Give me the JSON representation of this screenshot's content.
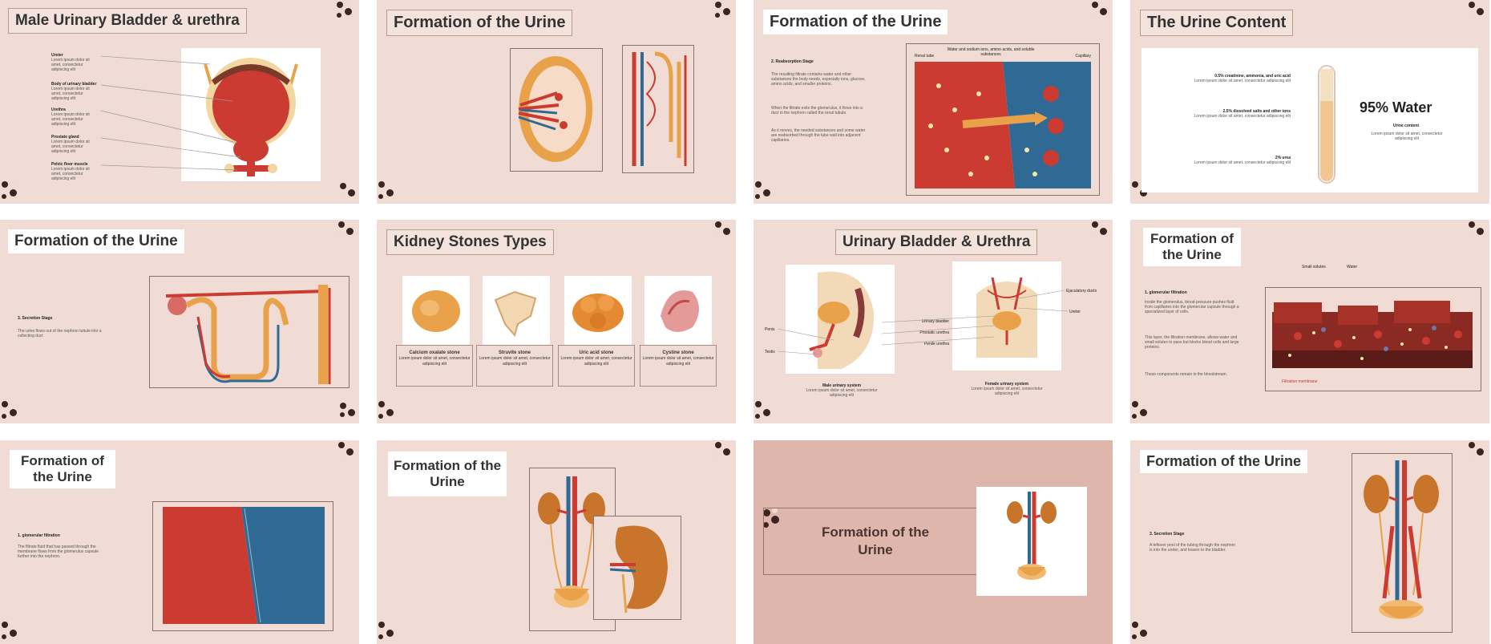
{
  "slides": {
    "s1": {
      "title": "Male Urinary Bladder & urethra",
      "labels": [
        {
          "head": "Ureter",
          "text": "Lorem ipsum dolor sit amet, consectetur adipiscing elit"
        },
        {
          "head": "Body of urinary bladder",
          "text": "Lorem ipsum dolor sit amet, consectetur adipiscing elit"
        },
        {
          "head": "Urethra",
          "text": "Lorem ipsum dolor sit amet, consectetur adipiscing elit"
        },
        {
          "head": "Prostate gland",
          "text": "Lorem ipsum dolor sit amet, consectetur adipiscing elit"
        },
        {
          "head": "Pelvic floor muscle",
          "text": "Lorem ipsum dolor sit amet, consectetur adipiscing elit"
        }
      ]
    },
    "s2": {
      "title": "Formation of the Urine"
    },
    "s3": {
      "title": "Formation of the Urine",
      "stage": "2. Reabsorption Stage",
      "body1": "The resulting filtrate contains water and other substances the body needs, especially ions, glucose, amino acids, and smaller proteins.",
      "body2": "When the filtrate exits the glomerulus, it flows into a duct in the nephron called the renal tubule.",
      "body3": "As it moves, the needed substances and some water are reabsorbed through the tube wall into adjacent capillaries.",
      "top_label": "Water and sodium ions, amino acids, and soluble substances",
      "left_label": "Renal tube",
      "right_label": "Capillary"
    },
    "s4": {
      "title": "The Urine Content",
      "items": [
        {
          "head": "0.5% creatinine, ammonia, and uric acid",
          "text": "Lorem ipsum dolor sit amet, consectetur adipiscing elit"
        },
        {
          "head": "2.5% dissolved salts and other ions",
          "text": "Lorem ipsum dolor sit amet, consectetur adipiscing elit"
        },
        {
          "head": "2% urea",
          "text": "Lorem ipsum dolor sit amet, consectetur adipiscing elit"
        }
      ],
      "big": "95% Water",
      "big_sub": "Urine content",
      "big_text": "Lorem ipsum dolor sit amet, consectetur adipiscing elit"
    },
    "s5": {
      "title": "Formation of the Urine",
      "stage": "3. Secretion Stage",
      "body": "The urine flows out of the nephron tubule into a collecting duct"
    },
    "s6": {
      "title": "Kidney Stones Types",
      "stones": [
        {
          "name": "Calcium oxalate stone",
          "text": "Lorem ipsum dolor sit amet, consectetur adipiscing elit"
        },
        {
          "name": "Struvite stone",
          "text": "Lorem ipsum dolor sit amet, consectetur adipiscing elit"
        },
        {
          "name": "Uric acid stone",
          "text": "Lorem ipsum dolor sit amet, consectetur adipiscing elit"
        },
        {
          "name": "Cystine stone",
          "text": "Lorem ipsum dolor sit amet, consectetur adipiscing elit"
        }
      ]
    },
    "s7": {
      "title": "Urinary Bladder & Urethra",
      "left_labels": [
        "Penis",
        "Testis"
      ],
      "mid_labels": [
        "Urinary bladder",
        "Prostatic urethra",
        "Penile urethra"
      ],
      "right_labels": [
        "Ejaculatory ducts",
        "Ureter"
      ],
      "cap1": "Male urinary system",
      "cap1_text": "Lorem ipsum dolor sit amet, consectetur adipiscing elit",
      "cap2": "Female urinary system",
      "cap2_text": "Lorem ipsum dolor sit amet, consectetur adipiscing elit"
    },
    "s8": {
      "title": "Formation of the Urine",
      "stage": "1. glomerular filtration",
      "body1": "Inside the glomerulus, blood pressure pushes fluid from capillaries into the glomerular capsule through a specialized layer of cells.",
      "body2": "This layer, the filtration membrane, allows water and small solutes to pass but blocks blood cells and large proteins.",
      "body3": "These components remain in the bloodstream.",
      "top_labels": [
        "Small solutes",
        "Water"
      ],
      "bottom_label": "Filtration membrane"
    },
    "s9": {
      "title": "Formation of the Urine",
      "stage": "1. glomerular filtration",
      "body": "The filtrate fluid that has passed through the membrane flows from the glomerulus capsule further into the nephron."
    },
    "s10": {
      "title": "Formation of the Urine"
    },
    "s11": {
      "title": "Formation of the Urine"
    },
    "s12": {
      "title": "Formation of the Urine",
      "stage": "3. Secretion Stage",
      "body": "A leftover pool of the tubing through the nephron is into the ureter, and leaves to the bladder."
    }
  },
  "colors": {
    "slide_bg": "#f1dcd5",
    "accent_dark": "#3b2520",
    "red": "#cc3b32",
    "blue": "#2f6a95",
    "orange": "#e9a24a"
  }
}
